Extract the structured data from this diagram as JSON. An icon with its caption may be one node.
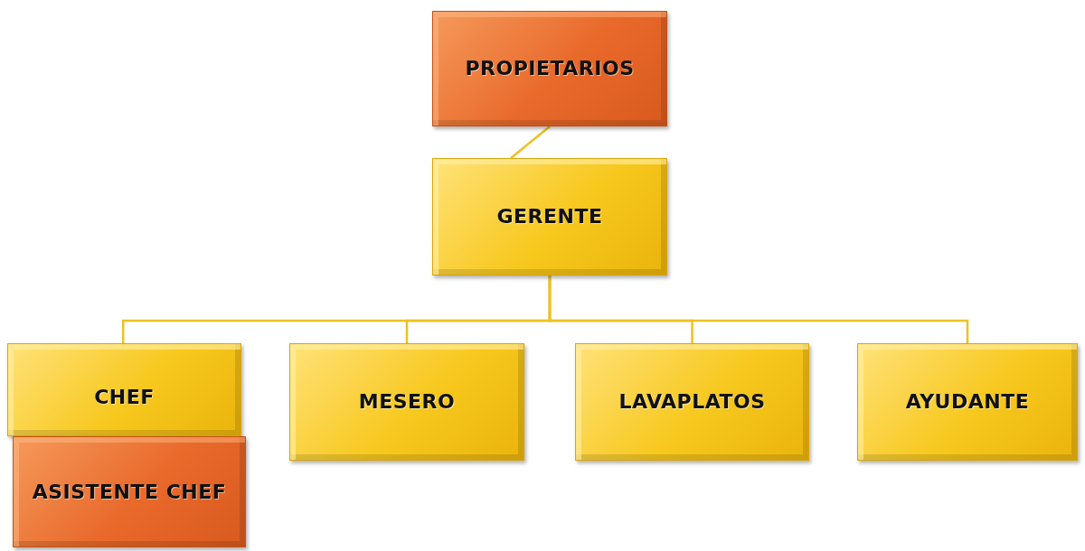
{
  "diagram": {
    "nodes": [
      {
        "text": [
          "PROPIETARIOS"
        ]
      },
      {
        "text": [
          "GERENTE"
        ]
      },
      {
        "text": [
          "CHEF"
        ]
      },
      {
        "text": [
          "MESERO"
        ]
      },
      {
        "text": [
          "LAVAPLATOS"
        ]
      },
      {
        "text": [
          "AYUDANTE"
        ]
      },
      {
        "text": [
          "ASISTENTE CHEF"
        ]
      }
    ],
    "edges": [
      {
        "from": 0,
        "to": 1,
        "arrow": "none"
      },
      {
        "from": 1,
        "to": 2,
        "arrow": "none"
      },
      {
        "from": 1,
        "to": 3,
        "arrow": "none"
      },
      {
        "from": 1,
        "to": 4,
        "arrow": "none"
      },
      {
        "from": 1,
        "to": 5,
        "arrow": "none"
      }
    ]
  }
}
